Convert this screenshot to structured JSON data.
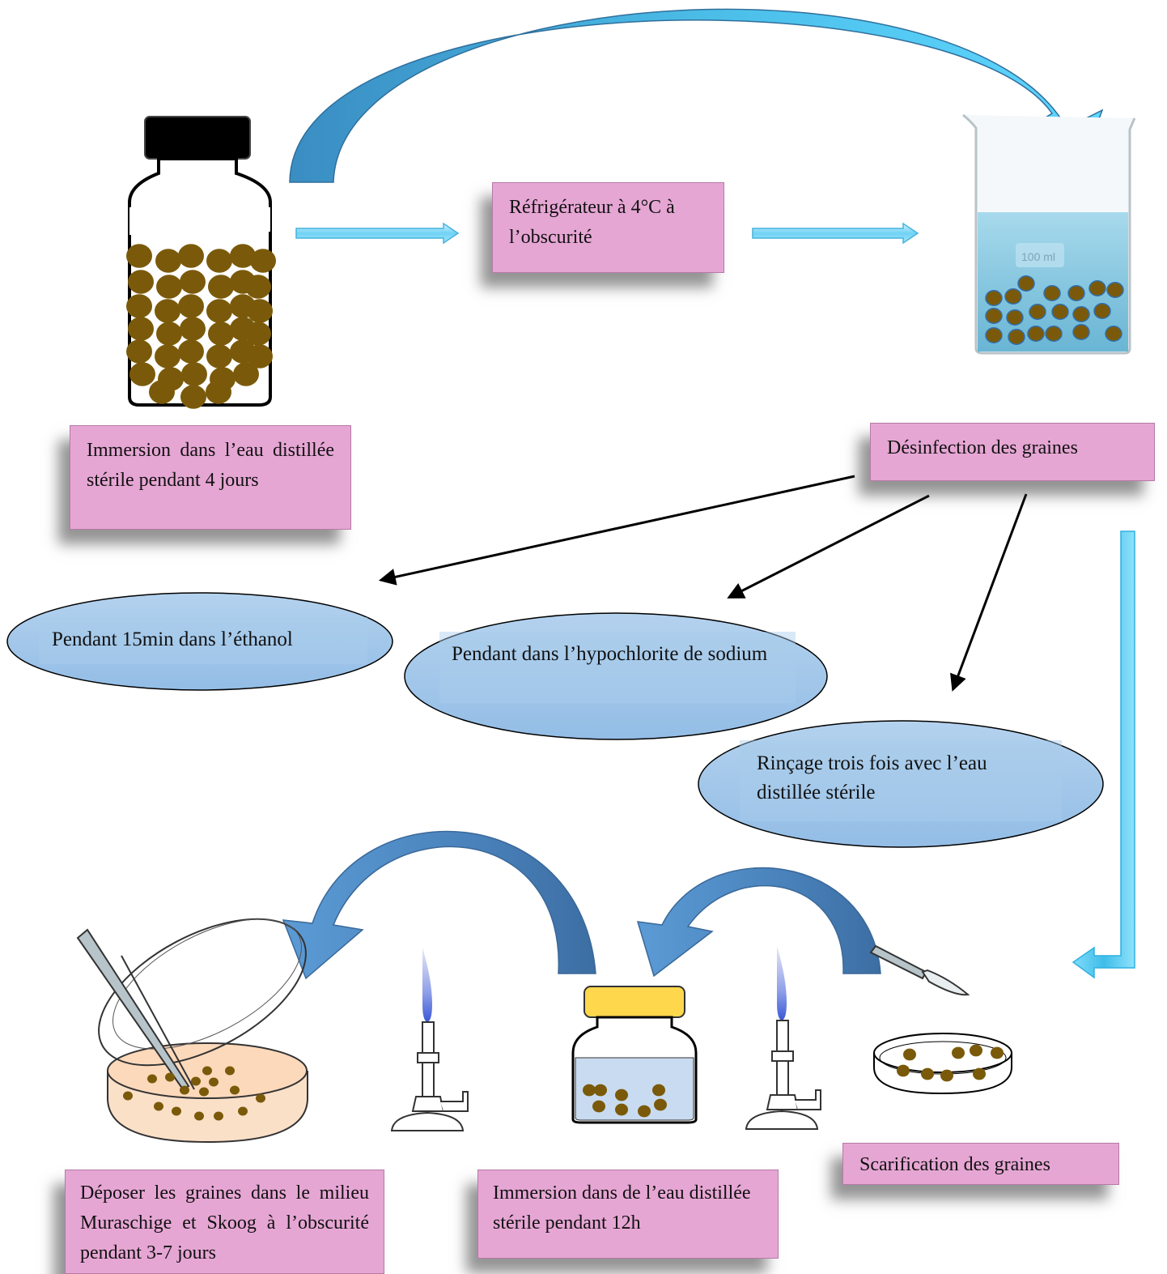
{
  "boxes": {
    "fridge": "Réfrigérateur à 4°C à l’obscurité",
    "immersion_4days": "Immersion dans l’eau distillée stérile pendant 4 jours",
    "disinfection": "Désinfection des graines",
    "scarification": "Scarification des graines",
    "immersion_12h": "Immersion dans de l’eau distillée stérile pendant 12h",
    "deposit": "Déposer les graines dans le milieu Muraschige et Skoog à l’obscurité pendant 3-7 jours"
  },
  "steps": {
    "ethanol": "Pendant 15min dans l’éthanol",
    "hypochlorite": "Pendant dans l’hypochlorite de sodium",
    "rinse": "Rinçage trois fois avec l’eau distillée stérile"
  },
  "beaker_label": "100 ml",
  "colors": {
    "box_fill": "#e6a6d4",
    "ellipse_fill": "#9ec3e6",
    "seed": "#7a5a0a",
    "arrow_light": "#56cdf2",
    "arrow_dark": "#4d8ec9"
  }
}
